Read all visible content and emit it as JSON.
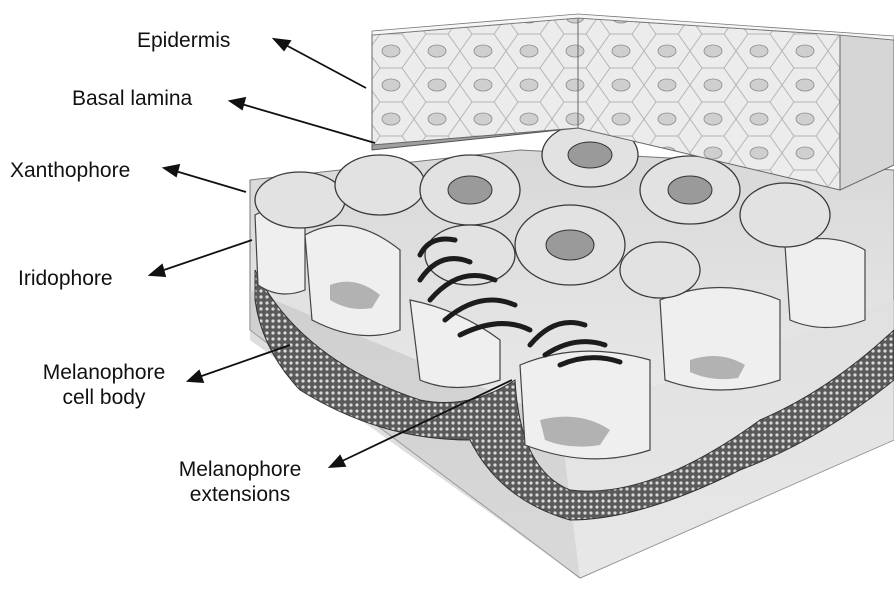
{
  "labels": {
    "epidermis": "Epidermis",
    "basal_lamina": "Basal lamina",
    "xanthophore": "Xanthophore",
    "iridophore": "Iridophore",
    "melanophore_body_line1": "Melanophore",
    "melanophore_body_line2": "cell body",
    "melanophore_ext_line1": "Melanophore",
    "melanophore_ext_line2": "extensions"
  },
  "colors": {
    "ink": "#111111",
    "epidermis_fill": "#e7e7e7",
    "epidermis_side": "#d3d3d3",
    "dermis_fill": "#cfcfcf",
    "melanophore_dark": "#2b2b2b",
    "iridophore_fill": "#efefef"
  }
}
